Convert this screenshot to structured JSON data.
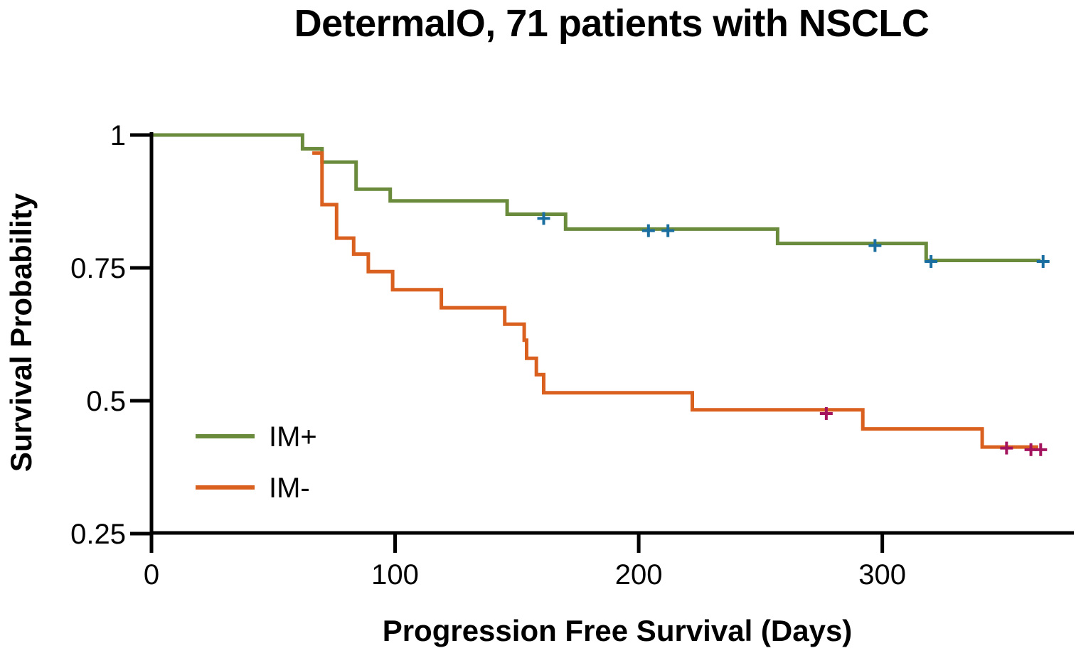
{
  "chart_data": {
    "type": "line",
    "subtype": "kaplan-meier-step",
    "title": "DetermaIO, 71 patients with NSCLC",
    "xlabel": "Progression Free Survival (Days)",
    "ylabel": "Survival Probability",
    "xlim": [
      0,
      380
    ],
    "ylim": [
      0.25,
      1
    ],
    "xticks": [
      0,
      100,
      200,
      300
    ],
    "xtick_labels": [
      "0",
      "100",
      "200",
      "300"
    ],
    "yticks": [
      0.25,
      0.5,
      0.75,
      1
    ],
    "ytick_labels": [
      "0.25",
      "0.5",
      "0.75",
      "1"
    ],
    "grid": false,
    "legend_position": "bottom-left",
    "series": [
      {
        "name": "IM+",
        "color": "#6a8a3c",
        "censor_color": "#1a6fa0",
        "steps": [
          [
            0,
            1.0
          ],
          [
            62,
            0.974
          ],
          [
            70,
            0.949
          ],
          [
            84,
            0.898
          ],
          [
            98,
            0.876
          ],
          [
            146,
            0.851
          ],
          [
            170,
            0.823
          ],
          [
            257,
            0.796
          ],
          [
            318,
            0.764
          ],
          [
            365,
            0.764
          ]
        ],
        "censored": [
          [
            161,
            0.843
          ],
          [
            204,
            0.82
          ],
          [
            212,
            0.82
          ],
          [
            297,
            0.792
          ],
          [
            320,
            0.762
          ],
          [
            366,
            0.762
          ]
        ]
      },
      {
        "name": "IM-",
        "color": "#d9601f",
        "censor_color": "#a3135e",
        "steps": [
          [
            66,
            0.966
          ],
          [
            70,
            0.869
          ],
          [
            76,
            0.806
          ],
          [
            83,
            0.776
          ],
          [
            89,
            0.743
          ],
          [
            99,
            0.709
          ],
          [
            119,
            0.675
          ],
          [
            145,
            0.644
          ],
          [
            153,
            0.614
          ],
          [
            154,
            0.58
          ],
          [
            158,
            0.549
          ],
          [
            161,
            0.515
          ],
          [
            222,
            0.483
          ],
          [
            292,
            0.447
          ],
          [
            341,
            0.413
          ],
          [
            364,
            0.413
          ]
        ],
        "censored": [
          [
            277,
            0.476
          ],
          [
            351,
            0.411
          ],
          [
            361,
            0.408
          ],
          [
            365,
            0.408
          ]
        ]
      }
    ]
  }
}
